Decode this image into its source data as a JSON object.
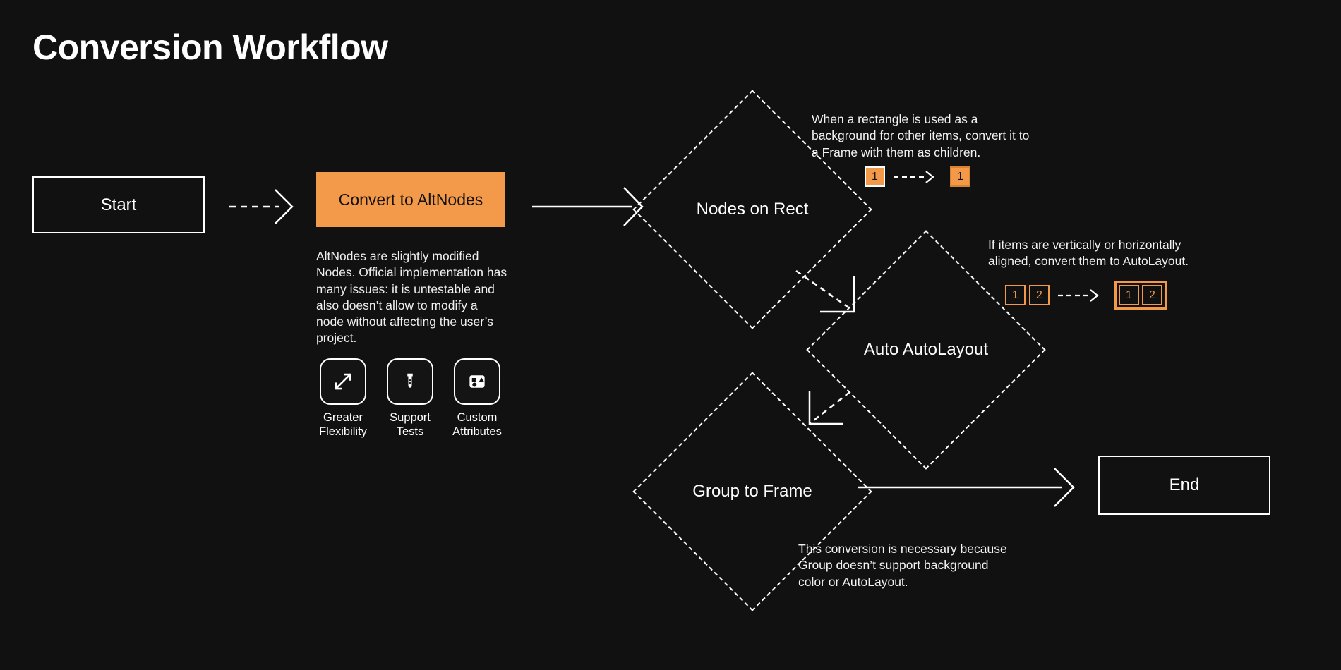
{
  "title": "Conversion Workflow",
  "theme": {
    "background": "#111111",
    "accent_orange": "#F2994A",
    "stroke_white": "#ffffff"
  },
  "nodes": {
    "start": {
      "label": "Start",
      "shape": "rectangle"
    },
    "convert": {
      "label": "Convert to AltNodes",
      "shape": "rectangle-filled"
    },
    "nodes_on_rect": {
      "label": "Nodes on Rect",
      "shape": "diamond"
    },
    "auto_autolayout": {
      "label": "Auto AutoLayout",
      "shape": "diamond"
    },
    "group_to_frame": {
      "label": "Group to Frame",
      "shape": "diamond"
    },
    "end": {
      "label": "End",
      "shape": "rectangle"
    }
  },
  "convert_description": "AltNodes are slightly modified Nodes. Official implementation has many issues: it is untestable and also doesn’t allow to modify a node without affecting the user’s project.",
  "features": [
    {
      "icon": "expand-arrows-icon",
      "label": "Greater\nFlexibility"
    },
    {
      "icon": "test-tube-icon",
      "label": "Support\nTests"
    },
    {
      "icon": "custom-shapes-icon",
      "label": "Custom\nAttributes"
    }
  ],
  "annotations": {
    "nodes_on_rect": {
      "text": "When a rectangle is used as a background for other items, convert it to a Frame with them as children.",
      "before": [
        "1"
      ],
      "after": [
        "1"
      ]
    },
    "auto_autolayout": {
      "text": "If items are vertically or horizontally aligned, convert them to AutoLayout.",
      "before": [
        "1",
        "2"
      ],
      "after": [
        "1",
        "2"
      ]
    },
    "group_to_frame": {
      "text": "This conversion is necessary because Group doesn’t support background color or AutoLayout."
    }
  },
  "edges": [
    {
      "from": "start",
      "to": "convert",
      "style": "dashed"
    },
    {
      "from": "convert",
      "to": "nodes_on_rect",
      "style": "solid"
    },
    {
      "from": "nodes_on_rect",
      "to": "auto_autolayout",
      "style": "dashed-elbow"
    },
    {
      "from": "auto_autolayout",
      "to": "group_to_frame",
      "style": "dashed-elbow"
    },
    {
      "from": "group_to_frame",
      "to": "end",
      "style": "solid"
    }
  ]
}
